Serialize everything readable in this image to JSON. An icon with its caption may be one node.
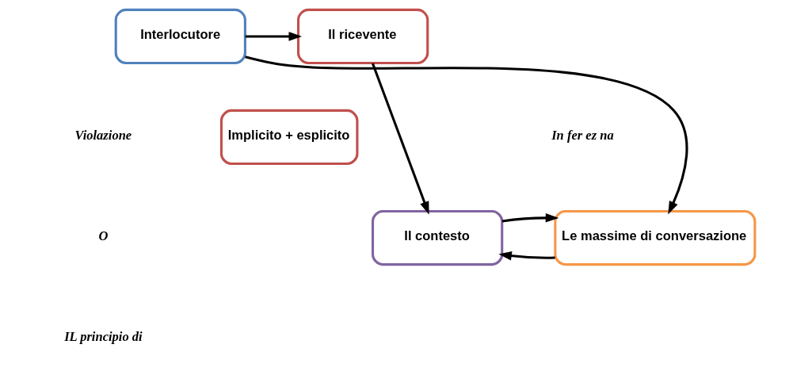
{
  "diagram": {
    "nodes": [
      {
        "text": [
          "Il ricevente"
        ]
      },
      {
        "text": [
          "Interlocutore"
        ]
      },
      {
        "text": [
          "Implicito + esplicito"
        ]
      },
      {
        "text": [
          "Il contesto"
        ]
      },
      {
        "text": [
          "Le massime di conversazione"
        ]
      }
    ],
    "edges": [
      {
        "from": 1,
        "to": 0,
        "arrow": "to"
      },
      {
        "from": 0,
        "to": 3,
        "arrow": "to"
      },
      {
        "from": 1,
        "to": 4,
        "arrow": "to"
      },
      {
        "from": 4,
        "to": 3,
        "arrow": "to"
      },
      {
        "from": 3,
        "to": 4,
        "arrow": "to"
      }
    ],
    "labels": [
      "In fer ez na",
      "Violazione",
      "O",
      "IL principio di"
    ]
  }
}
